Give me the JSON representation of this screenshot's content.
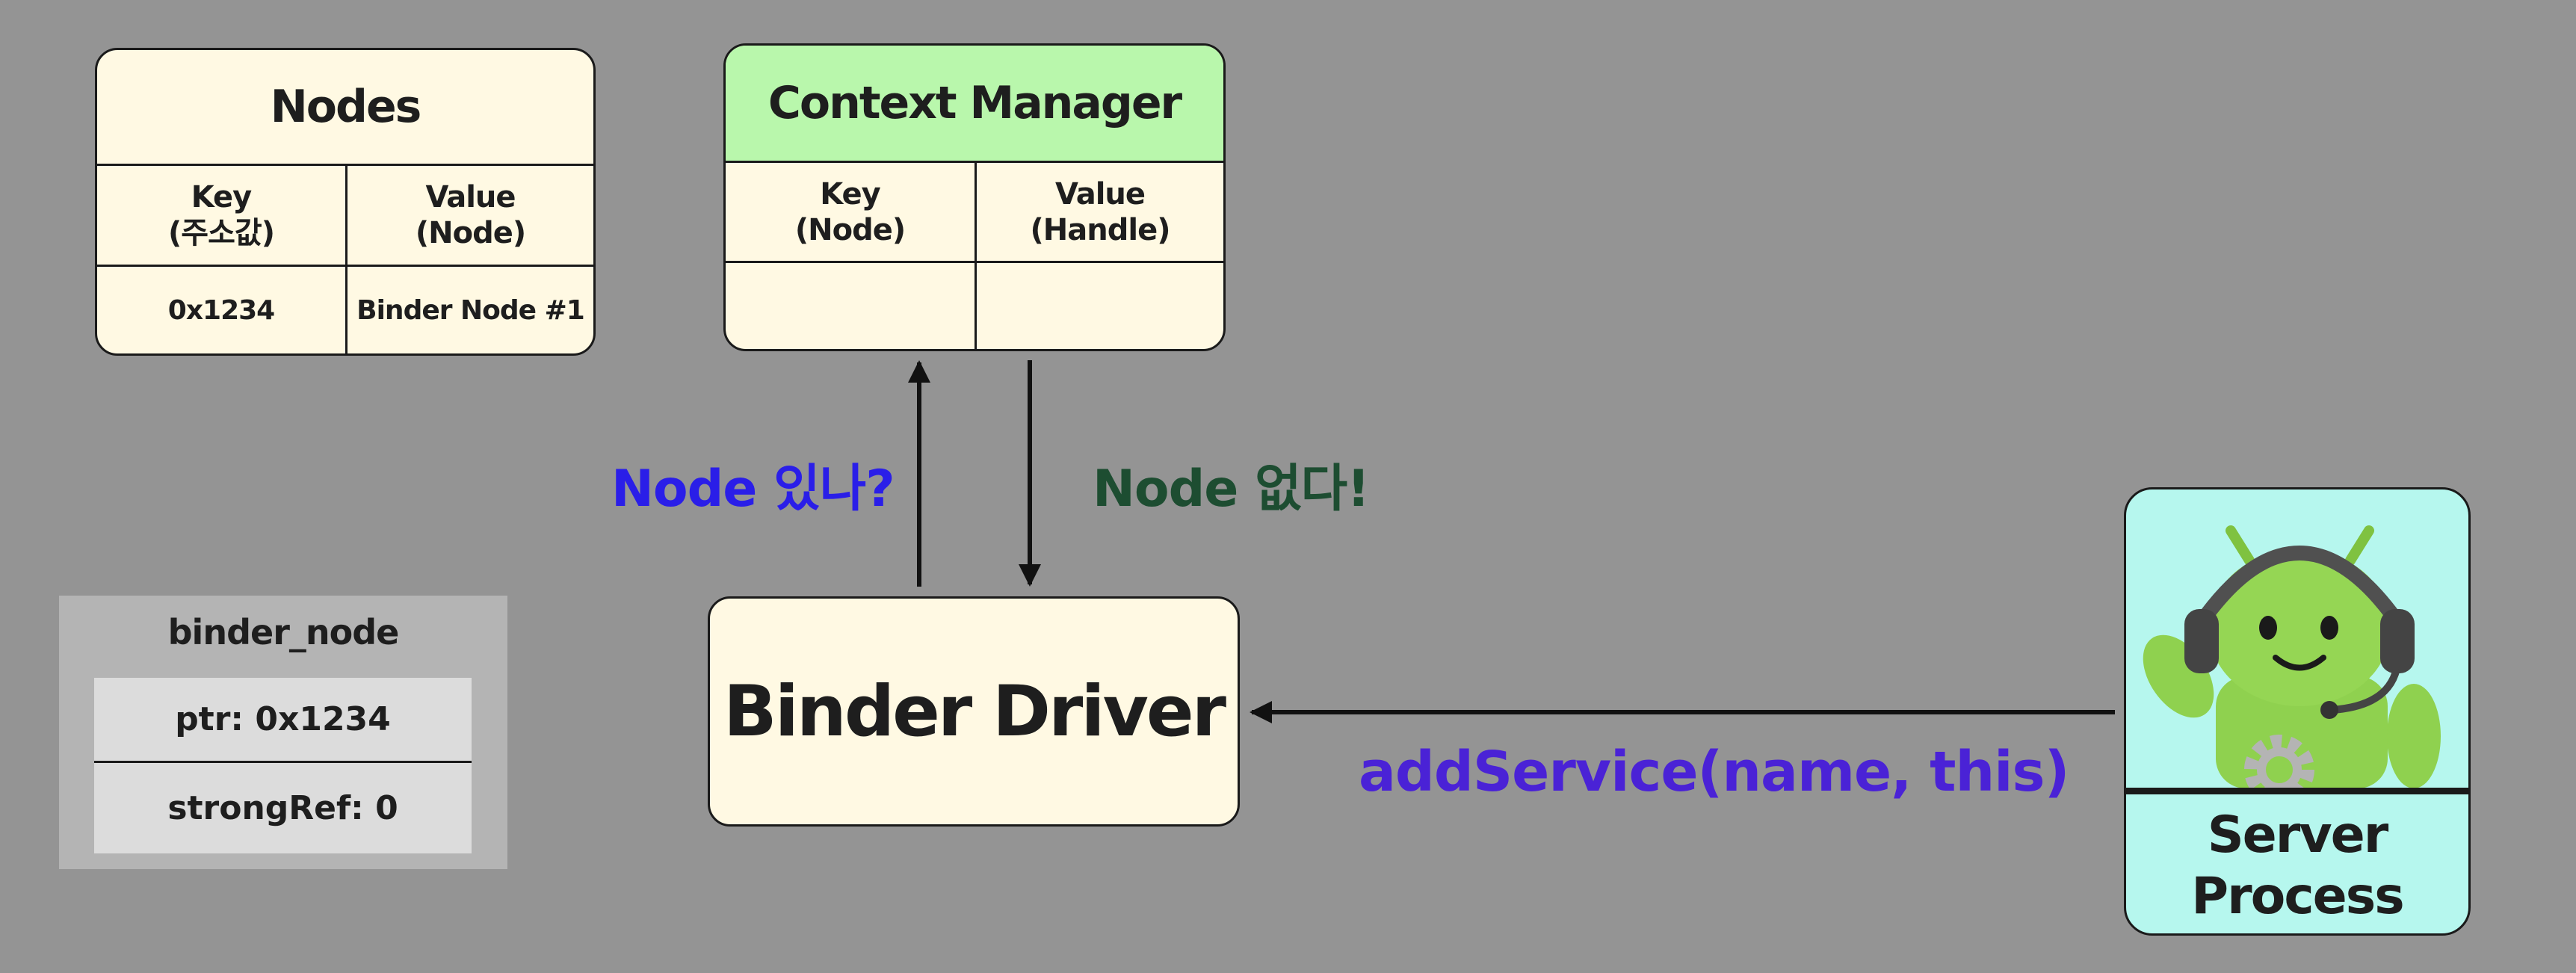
{
  "nodes_table": {
    "title": "Nodes",
    "key_header": "Key\n(주소값)",
    "value_header": "Value\n(Node)",
    "rows": [
      {
        "key": "0x1234",
        "value": "Binder Node #1"
      }
    ]
  },
  "context_manager": {
    "title": "Context Manager",
    "key_header": "Key\n(Node)",
    "value_header": "Value\n(Handle)",
    "rows": [
      {
        "key": "",
        "value": ""
      }
    ],
    "header_color": "#b9f7ac"
  },
  "binder_node": {
    "title": "binder_node",
    "fields": [
      "ptr: 0x1234",
      "strongRef: 0"
    ]
  },
  "binder_driver": {
    "label": "Binder Driver"
  },
  "server_process": {
    "label": "Server\nProcess",
    "icon": "android-robot-with-headset-icon",
    "bg_color": "#b6f7ee"
  },
  "labels": {
    "query": "Node 있나?",
    "answer": "Node 없다!",
    "call": "addService(name, this)"
  },
  "colors": {
    "background": "#949494",
    "card": "#fff9e3",
    "query": "#2a1ee8",
    "answer": "#1d4d31",
    "call": "#4a22d6"
  }
}
